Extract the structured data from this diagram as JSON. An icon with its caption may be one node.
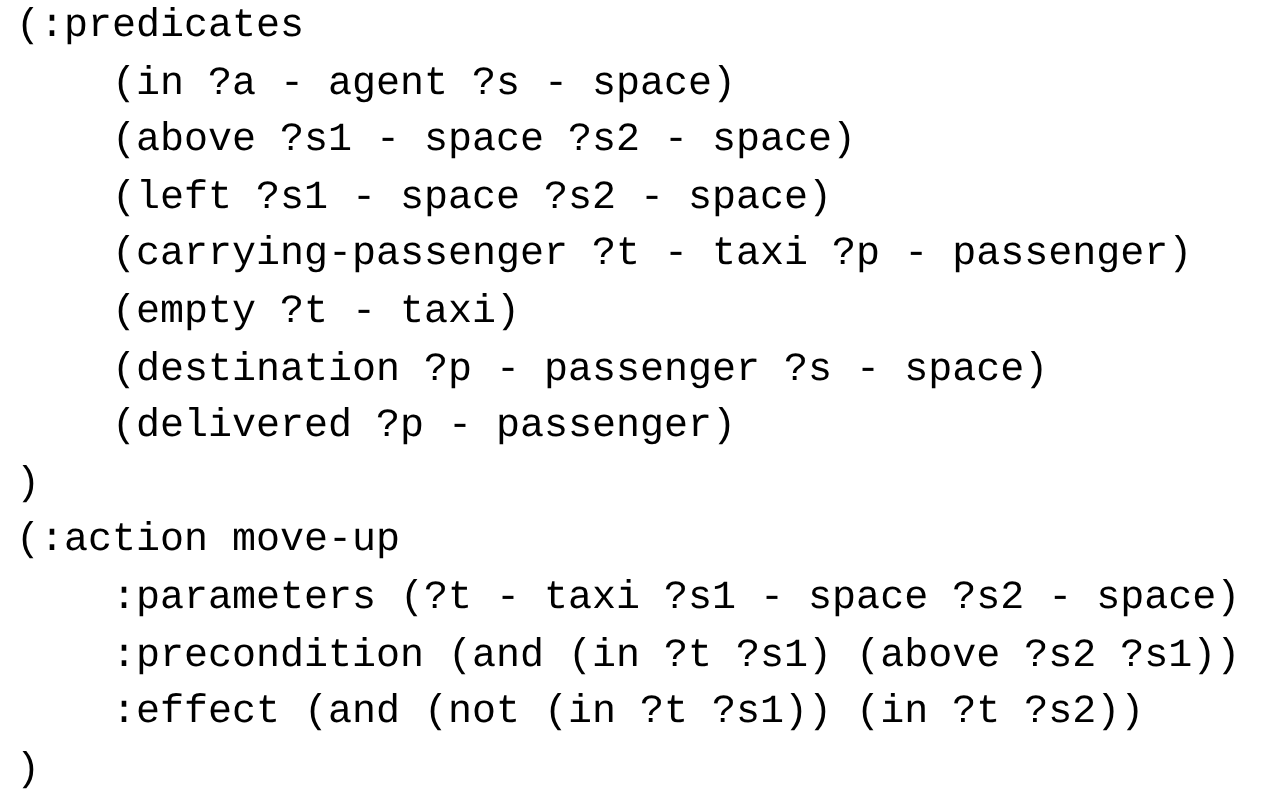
{
  "diagram": {
    "labels": [
      "(:predicates",
      "(in ?a - agent ?s - space)",
      "(above ?s1 - space ?s2 - space)",
      "(left ?s1 - space ?s2 - space)",
      "(carrying-passenger ?t - taxi ?p - passenger)",
      "(empty ?t - taxi)",
      "(destination ?p - passenger ?s - space)",
      "(delivered ?p - passenger)",
      ")",
      "(:action move-up",
      ":parameters (?t - taxi ?s1 - space ?s2 - space)",
      ":precondition (and (in ?t ?s1) (above ?s2 ?s1))",
      ":effect (and (not (in ?t ?s1)) (in ?t ?s2))",
      ")"
    ]
  }
}
